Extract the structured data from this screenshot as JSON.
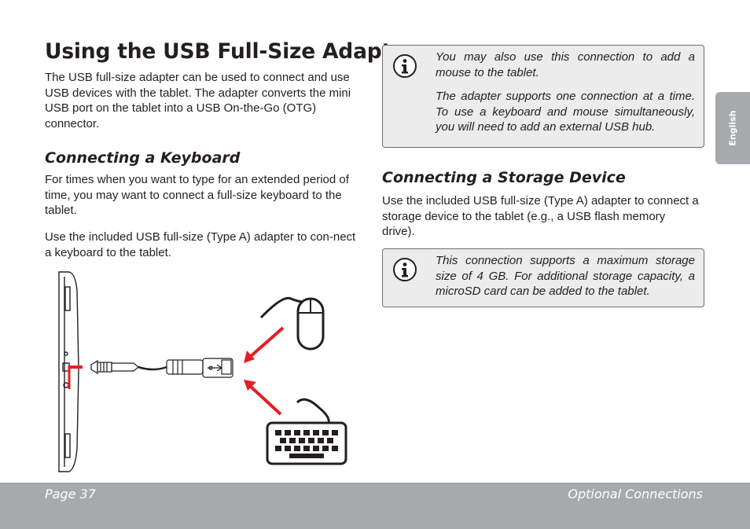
{
  "title": "Using the USB Full-Size Adapter",
  "intro": "The USB full-size adapter can be used to connect and use USB devices with the tablet. The adapter converts the mini USB port on the tablet into a USB On-the-Go (OTG) connector.",
  "keyboard_section": {
    "heading": "Connecting a Keyboard",
    "para1": "For times when you want to type for an extended period of time, you may want to connect a full-size keyboard to the tablet.",
    "para2": "Use the included USB full-size (Type A) adapter to con-nect a keyboard to the tablet."
  },
  "note1": {
    "icon": "info-icon",
    "text1": "You may also use this connection to add a mouse to the tablet.",
    "text2": "The adapter supports one connection at a time. To use a keyboard and mouse simultaneously, you will need to add an external USB hub."
  },
  "storage_section": {
    "heading": "Connecting a Storage Device",
    "para": "Use the included USB full-size (Type A) adapter to connect a storage device to the tablet (e.g., a USB flash memory drive)."
  },
  "note2": {
    "icon": "info-icon",
    "text": "This connection supports a maximum storage size of 4 GB. For additional storage capacity, a microSD card can be added to the tablet."
  },
  "side_tab": "English",
  "footer": {
    "page": "Page 37",
    "section": "Optional Connections"
  },
  "colors": {
    "arrow": "#e31e24",
    "footer": "#a7a9ac",
    "note_bg": "#ececec"
  }
}
